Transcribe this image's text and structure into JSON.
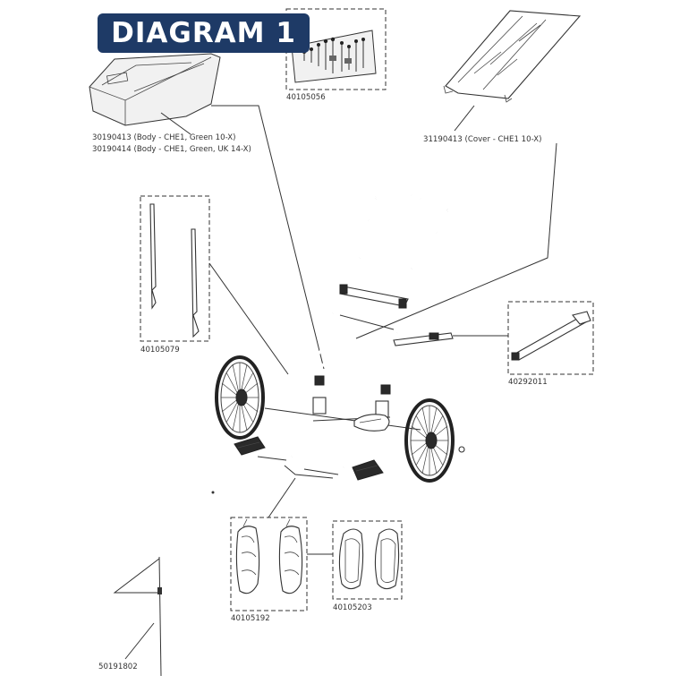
{
  "diagram": {
    "title": "DIAGRAM 1",
    "parts": {
      "hardware_kit": "40105056",
      "body_line1": "30190413 (Body - CHE1, Green 10-X)",
      "body_line2": "30190414 (Body - CHE1, Green, UK 14-X)",
      "cover": "31190413 (Cover - CHE1 10-X)",
      "side_rails": "40105079",
      "tow_arm": "40292011",
      "pads_a": "40105192",
      "pads_b": "40105203",
      "flag": "50191802"
    },
    "colors": {
      "title_badge": "#1e3a66",
      "line": "#333333"
    }
  }
}
